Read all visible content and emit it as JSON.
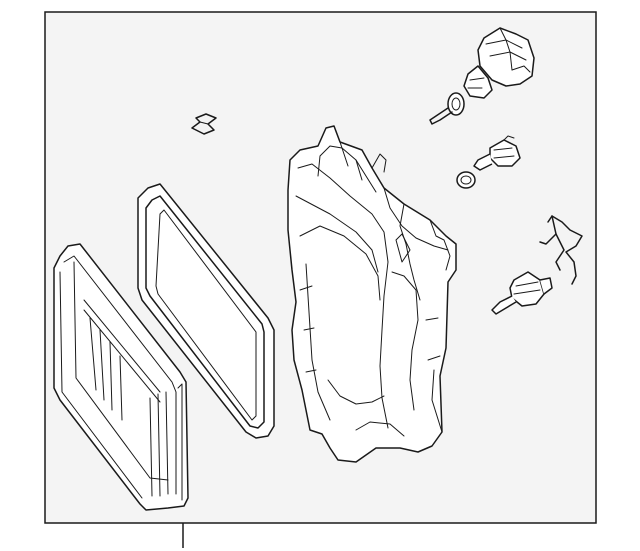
{
  "diagram": {
    "background_color": "#f4f4f4",
    "line_color": "#1a1a1a",
    "parts": [
      {
        "id": "clip",
        "icon": "spring-clip-icon"
      },
      {
        "id": "headlamp-lens",
        "icon": "headlamp-lens-icon"
      },
      {
        "id": "lens-gasket",
        "icon": "gasket-seal-icon"
      },
      {
        "id": "headlamp-housing",
        "icon": "headlamp-housing-icon"
      },
      {
        "id": "headlamp-bulb",
        "icon": "bulb-socket-icon"
      },
      {
        "id": "parking-bulb",
        "icon": "small-bulb-icon"
      },
      {
        "id": "bulb-o-ring",
        "icon": "o-ring-icon"
      },
      {
        "id": "retaining-spring",
        "icon": "wire-spring-icon"
      },
      {
        "id": "turn-signal-bulb",
        "icon": "wedge-bulb-icon"
      }
    ]
  }
}
